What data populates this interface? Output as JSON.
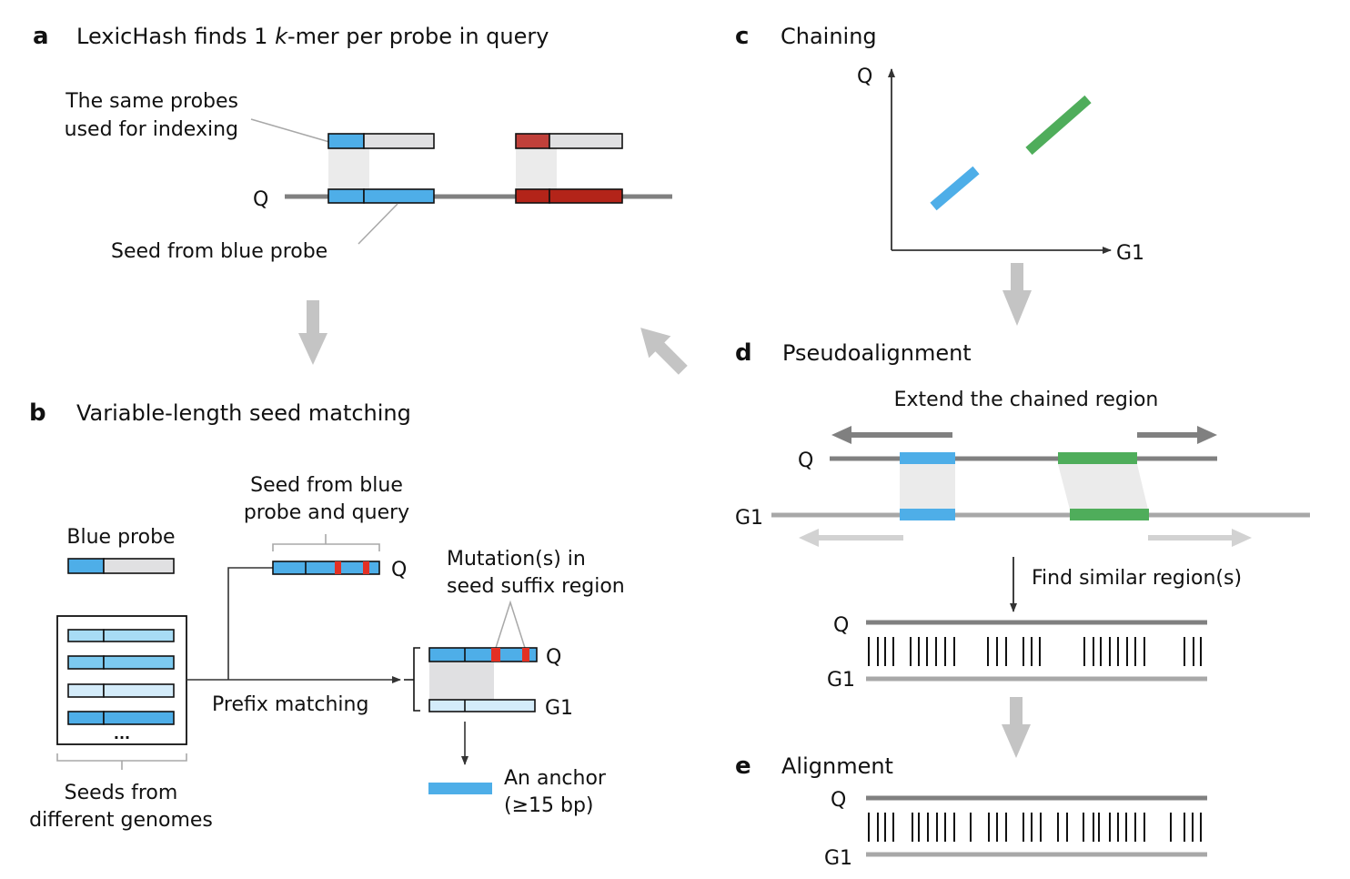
{
  "colors": {
    "blue": "#4eaee8",
    "blue_light": "#a8dcf5",
    "blue_lighter": "#d4ecfa",
    "blue_mid": "#7ccaf0",
    "red": "#b32419",
    "red_light": "#c0403a",
    "mutation_red": "#e33024",
    "green": "#4fad5b",
    "probe_gray": "#e0e0e2",
    "shade": "#ebebeb",
    "query_line": "#808080",
    "genome_line": "#a8a8a8",
    "big_arrow": "#c4c4c4"
  },
  "panel_a": {
    "letter": "a",
    "title_pre": "LexicHash finds 1 ",
    "title_italic": "k",
    "title_post": "-mer per probe in query",
    "callout_probes_line1": "The same probes",
    "callout_probes_line2": "used for indexing",
    "query_label": "Q",
    "callout_seed": "Seed from blue probe"
  },
  "panel_b": {
    "letter": "b",
    "title": "Variable-length seed matching",
    "blue_probe_label": "Blue probe",
    "seed_query_label_line1": "Seed from blue",
    "seed_query_label_line2": "probe and query",
    "query_label": "Q",
    "ellipsis": "...",
    "seeds_label_line1": "Seeds from",
    "seeds_label_line2": "different genomes",
    "prefix_matching": "Prefix matching",
    "mutation_label_line1": "Mutation(s) in",
    "mutation_label_line2": "seed suffix region",
    "query_label2": "Q",
    "genome_label": "G1",
    "anchor_line1": "An anchor",
    "anchor_line2": "(≥15 bp)"
  },
  "panel_c": {
    "letter": "c",
    "title": "Chaining",
    "y_axis_label": "Q",
    "x_axis_label": "G1",
    "anchors": [
      {
        "name": "blue-anchor",
        "color": "blue"
      },
      {
        "name": "green-anchor",
        "color": "green"
      }
    ]
  },
  "panel_d": {
    "letter": "d",
    "title": "Pseudoalignment",
    "extend_label": "Extend the chained region",
    "query_label": "Q",
    "genome_label": "G1",
    "find_similar": "Find similar region(s)",
    "match_query_label": "Q",
    "match_genome_label": "G1"
  },
  "panel_e": {
    "letter": "e",
    "title": "Alignment",
    "query_label": "Q",
    "genome_label": "G1"
  }
}
